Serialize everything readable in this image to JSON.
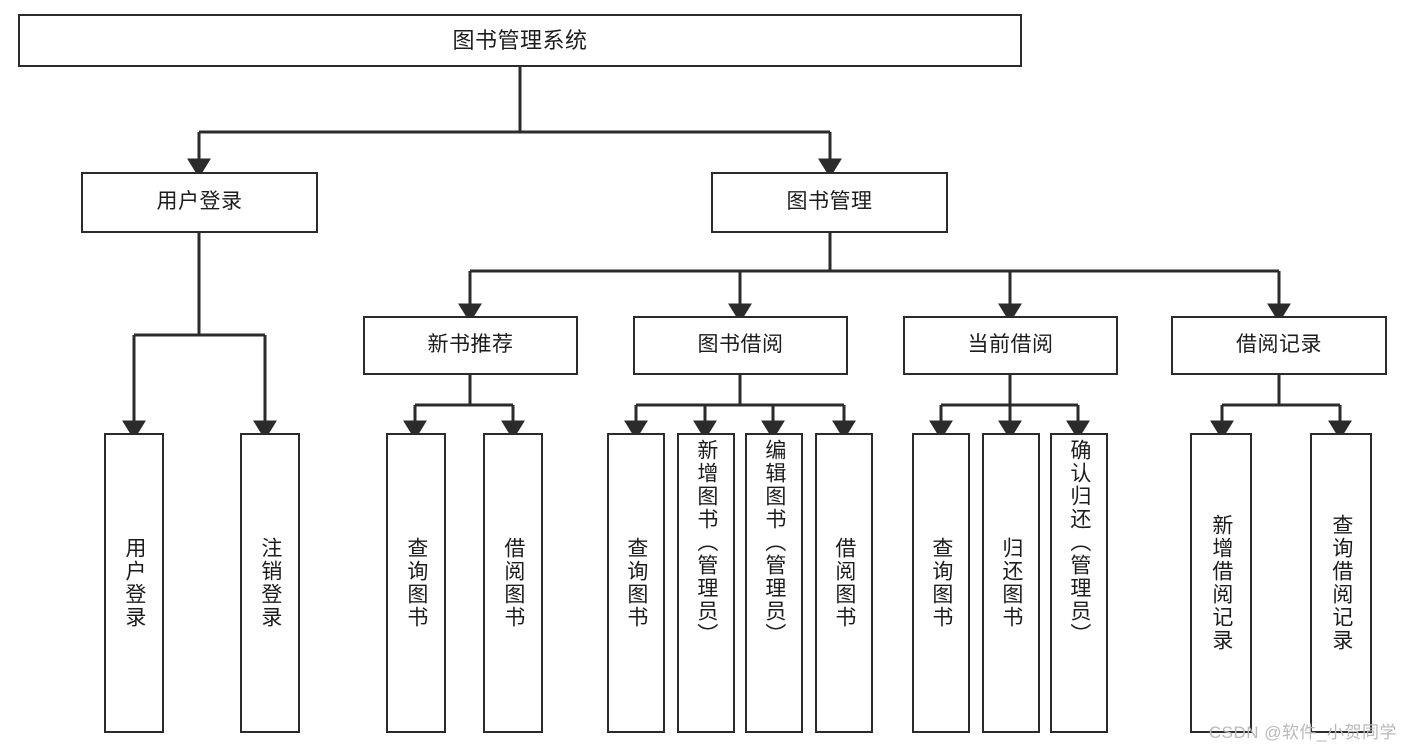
{
  "diagram": {
    "type": "tree",
    "title_node": {
      "label": "图书管理系统"
    },
    "level2": [
      {
        "label": "用户登录"
      },
      {
        "label": "图书管理"
      }
    ],
    "level3": [
      {
        "label": "新书推荐"
      },
      {
        "label": "图书借阅"
      },
      {
        "label": "当前借阅"
      },
      {
        "label": "借阅记录"
      }
    ],
    "leaves": {
      "user_login": [
        {
          "label": "用户登录"
        },
        {
          "label": "注销登录"
        }
      ],
      "new_book_recommend": [
        {
          "label": "查询图书"
        },
        {
          "label": "借阅图书"
        }
      ],
      "book_borrow": [
        {
          "label": "查询图书"
        },
        {
          "label": "新增图书（管理员）"
        },
        {
          "label": "编辑图书（管理员）"
        },
        {
          "label": "借阅图书"
        }
      ],
      "current_borrow": [
        {
          "label": "查询图书"
        },
        {
          "label": "归还图书"
        },
        {
          "label": "确认归还（管理员）"
        }
      ],
      "borrow_record": [
        {
          "label": "新增借阅记录"
        },
        {
          "label": "查询借阅记录"
        }
      ]
    },
    "watermark": "CSDN @软件_小贺同学",
    "colors": {
      "stroke": "#2b2b2b",
      "fill": "#ffffff",
      "text": "#1c1c1c",
      "watermark": "#b9b9b9"
    }
  }
}
